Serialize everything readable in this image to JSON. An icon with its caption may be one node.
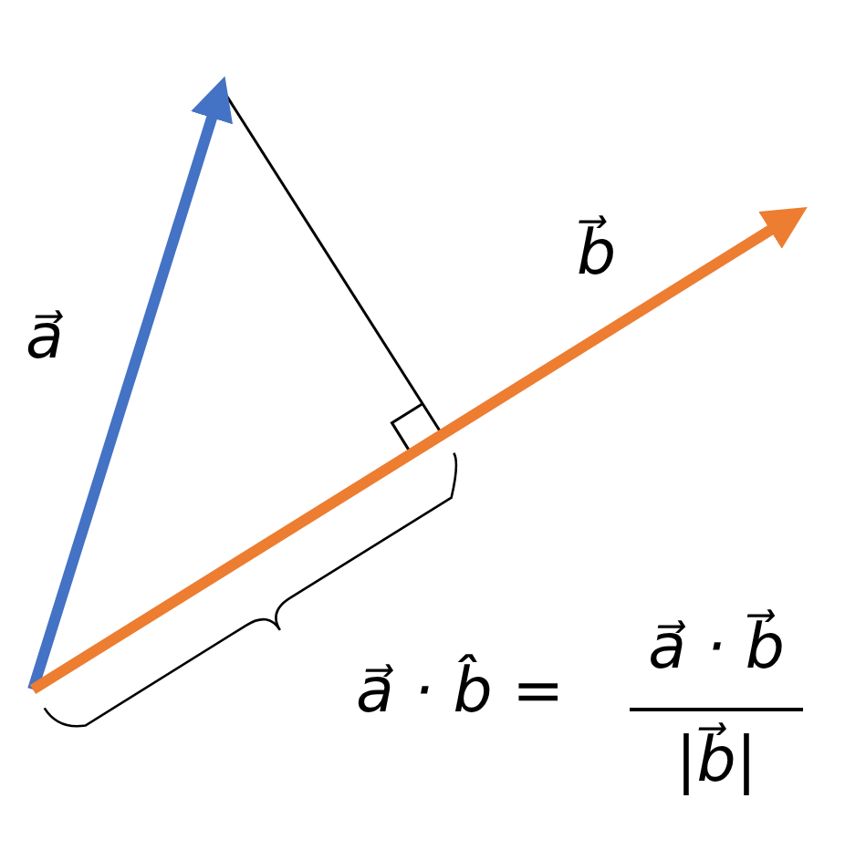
{
  "diagram": {
    "labels": [
      "a⃗",
      "b⃗",
      "a⃗ · b̂ =",
      "a⃗ · b⃗",
      "|b⃗|"
    ]
  }
}
